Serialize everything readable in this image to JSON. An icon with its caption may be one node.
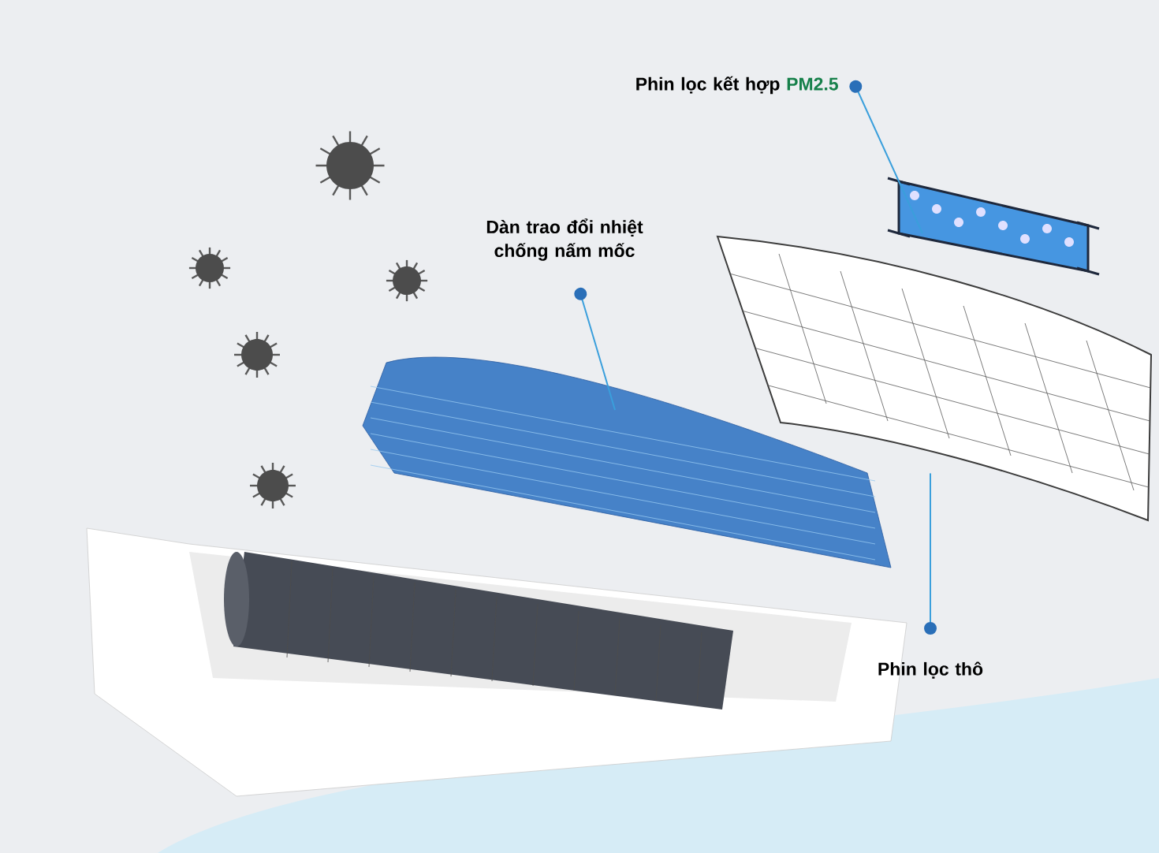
{
  "diagram": {
    "nodes": [
      {
        "text": [
          "Phin lọc kết hợp",
          "PM2.5"
        ]
      },
      {
        "text": [],
        "shape": "picture"
      },
      {
        "text": [
          "Dàn trao đổi nhiệt chống nấm mốc"
        ]
      },
      {
        "text": [],
        "shape": "picture"
      },
      {
        "text": [
          "Phin lọc thô"
        ]
      },
      {
        "text": [],
        "shape": "picture"
      }
    ],
    "edges": [
      {
        "from": 0,
        "to": 1,
        "arrow": "other"
      },
      {
        "from": 2,
        "to": 3,
        "arrow": "other"
      },
      {
        "from": 4,
        "to": 5,
        "arrow": "other"
      }
    ]
  }
}
